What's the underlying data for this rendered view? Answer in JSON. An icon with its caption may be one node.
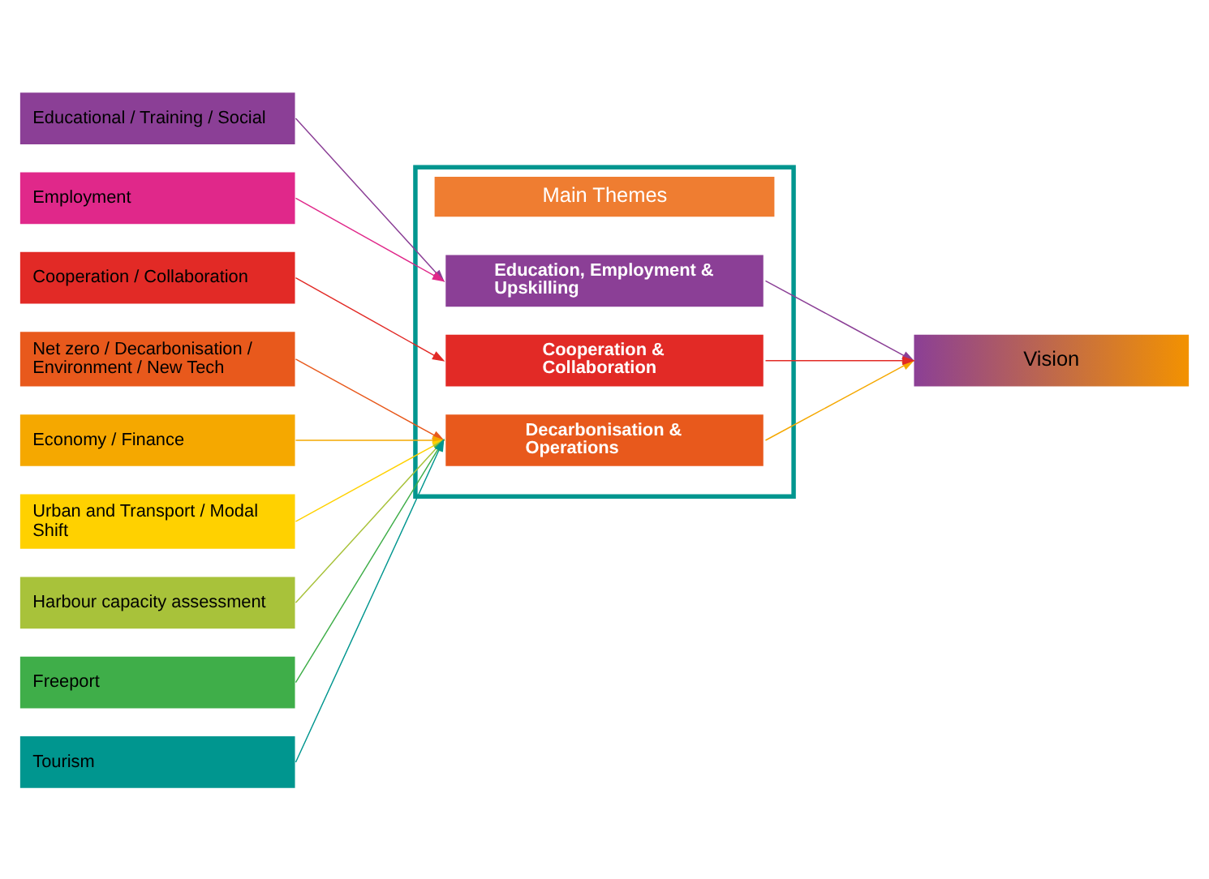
{
  "diagram": {
    "nodes": [
      {
        "text": [
          "Educational / Training / Social"
        ]
      },
      {
        "text": [
          "Employment"
        ]
      },
      {
        "text": [
          "Net zero / Decarbonisation / Environment / New Tech"
        ]
      },
      {
        "text": [
          "Cooperation / Collaboration"
        ]
      },
      {
        "text": [
          "Economy / Finance"
        ]
      },
      {
        "text": [
          "Urban and Transport / Modal Shift"
        ]
      },
      {
        "text": [
          "Harbour capacity assessment"
        ]
      },
      {
        "text": [
          "Freeport"
        ]
      },
      {
        "text": [
          "Tourism"
        ]
      },
      {
        "text": [
          "Main Themes"
        ]
      },
      {
        "text": [
          "Education, Employment & Upskilling"
        ],
        "in": 9
      },
      {
        "text": [
          "Decarbonisation & Operations"
        ],
        "in": 9
      },
      {
        "text": [
          "Cooperation & Collaboration"
        ],
        "in": 9
      },
      {
        "text": [
          "Vision"
        ]
      }
    ],
    "edges": [
      {
        "from": 0,
        "to": 10,
        "arrow": "to",
        "color": "#8b3f96"
      },
      {
        "from": 1,
        "to": 10,
        "arrow": "to",
        "color": "#e0288a"
      },
      {
        "from": 2,
        "to": 11,
        "arrow": "to",
        "color": "#e8591c"
      },
      {
        "from": 3,
        "to": 12,
        "arrow": "to",
        "color": "#e22a26"
      },
      {
        "from": 4,
        "to": 11,
        "arrow": "to",
        "color": "#f5a800"
      },
      {
        "from": 5,
        "to": 11,
        "arrow": "to",
        "color": "#ffd100"
      },
      {
        "from": 6,
        "to": 11,
        "arrow": "to",
        "color": "#a8c23a"
      },
      {
        "from": 7,
        "to": 11,
        "arrow": "to",
        "color": "#3fae49"
      },
      {
        "from": 8,
        "to": 11,
        "arrow": "to",
        "color": "#00968f"
      },
      {
        "from": 10,
        "to": 13,
        "arrow": "to",
        "color": "#8b3f96"
      },
      {
        "from": 11,
        "to": 13,
        "arrow": "to",
        "color": "#f5a800"
      },
      {
        "from": 12,
        "to": 13,
        "arrow": "to",
        "color": "#e22a26"
      }
    ]
  }
}
